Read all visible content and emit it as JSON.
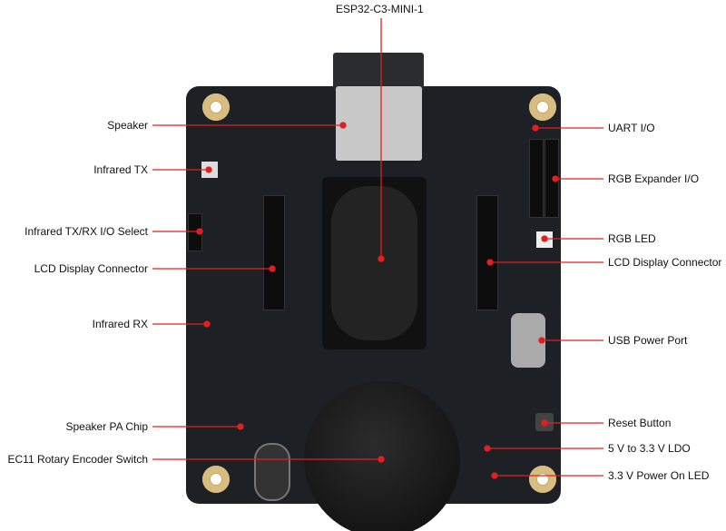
{
  "title": "ESP32-C3-MINI-1",
  "left_labels": [
    "Speaker",
    "Infrared TX",
    "Infrared TX/RX I/O Select",
    "LCD Display Connector",
    "Infrared RX",
    "Speaker PA Chip",
    "EC11 Rotary Encoder Switch"
  ],
  "right_labels": [
    "UART I/O",
    "RGB Expander I/O",
    "RGB LED",
    "LCD Display Connector",
    "USB Power Port",
    "Reset Button",
    "5 V to 3.3 V LDO",
    "3.3 V Power On LED"
  ],
  "colors": {
    "callout": "#e02020",
    "board": "#1d2024"
  }
}
